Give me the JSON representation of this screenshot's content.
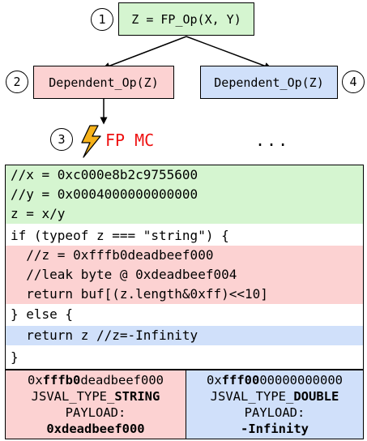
{
  "diagram": {
    "op_box": "Z = FP_Op(X, Y)",
    "left_dep": "Dependent_Op(Z)",
    "right_dep": "Dependent_Op(Z)",
    "mc_label": "FP MC",
    "ellipsis": "...",
    "circle_1": "1",
    "circle_2": "2",
    "circle_3": "3",
    "circle_4": "4"
  },
  "code": [
    {
      "text": "//x = 0xc000e8b2c9755600",
      "bg": "#d5f5d0"
    },
    {
      "text": "//y = 0x0004000000000000",
      "bg": "#d5f5d0"
    },
    {
      "text": "z = x/y",
      "bg": "#d5f5d0"
    },
    {
      "text": "if (typeof z === \"string\") {",
      "bg": "#ffffff"
    },
    {
      "text": "  //z = 0xfffb0deadbeef000",
      "bg": "#fcd2d2"
    },
    {
      "text": "  //leak byte @ 0xdeadbeef004",
      "bg": "#fcd2d2"
    },
    {
      "text": "  return buf[(z.length&0xff)<<10]",
      "bg": "#fcd2d2"
    },
    {
      "text": "} else {",
      "bg": "#ffffff"
    },
    {
      "text": "  return z //z=-Infinity",
      "bg": "#d0e0fa"
    },
    {
      "text": "}",
      "bg": "#ffffff"
    }
  ],
  "left_panel": {
    "hex_prefix": "0x",
    "hex_bold": "fffb0",
    "hex_rest": "deadbeef000",
    "type_prefix": "JSVAL_TYPE_",
    "type_bold": "STRING",
    "payload_label": "PAYLOAD:",
    "payload_value": "0xdeadbeef000"
  },
  "right_panel": {
    "hex_prefix": "0x",
    "hex_bold": "fff00",
    "hex_rest": "00000000000",
    "type_prefix": "JSVAL_TYPE_",
    "type_bold": "DOUBLE",
    "payload_label": "PAYLOAD:",
    "payload_value": "-Infinity"
  },
  "colors": {
    "green": "#d5f5d0",
    "red": "#fcd2d2",
    "blue": "#d0e0fa",
    "mc_red": "#ee1111",
    "lightning": "#f6b21a"
  }
}
